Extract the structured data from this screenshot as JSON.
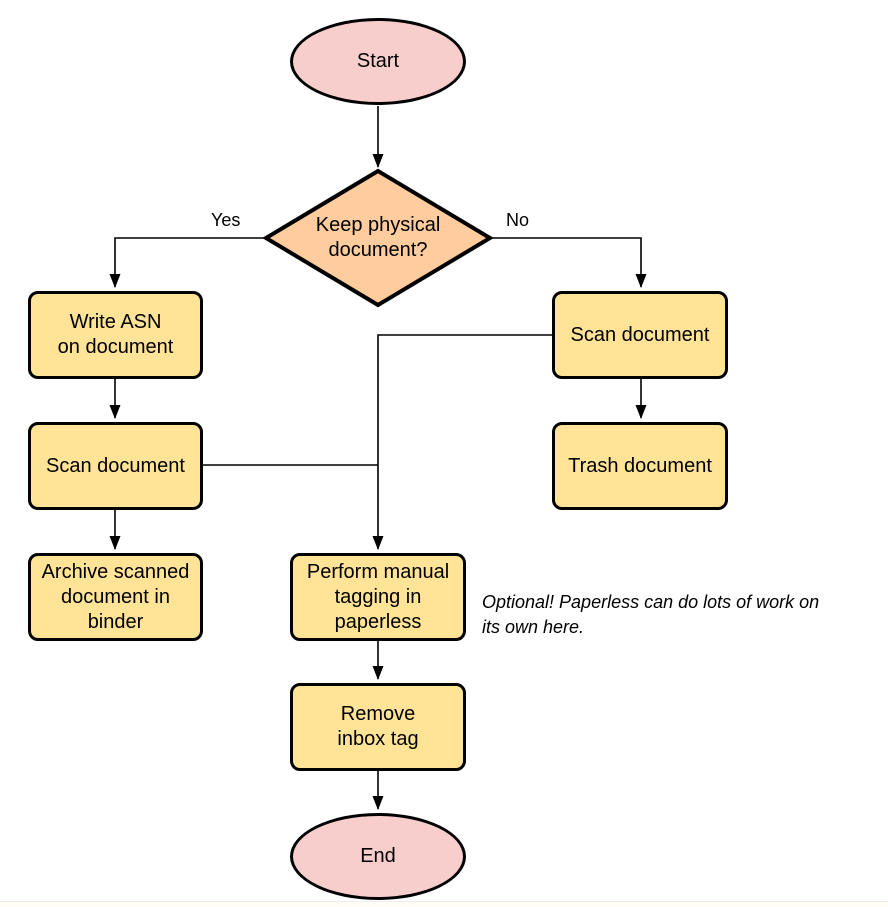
{
  "colors": {
    "terminal_fill": "#F8CECC",
    "decision_fill": "#FFCC9E",
    "process_fill": "#FFE396",
    "stroke": "#000000"
  },
  "nodes": {
    "start": {
      "label": "Start",
      "type": "terminal"
    },
    "decision": {
      "label": "Keep physical\ndocument?",
      "type": "decision"
    },
    "write_asn": {
      "label": "Write ASN\non document",
      "type": "process"
    },
    "scan_left": {
      "label": "Scan document",
      "type": "process"
    },
    "archive": {
      "label": "Archive scanned\ndocument in\nbinder",
      "type": "process"
    },
    "scan_right": {
      "label": "Scan document",
      "type": "process"
    },
    "trash": {
      "label": "Trash document",
      "type": "process"
    },
    "tagging": {
      "label": "Perform manual\ntagging in\npaperless",
      "type": "process"
    },
    "remove_inbox": {
      "label": "Remove\ninbox tag",
      "type": "process"
    },
    "end": {
      "label": "End",
      "type": "terminal"
    }
  },
  "edge_labels": {
    "yes": "Yes",
    "no": "No"
  },
  "annotation": "Optional! Paperless can do lots of work on\nits own here."
}
